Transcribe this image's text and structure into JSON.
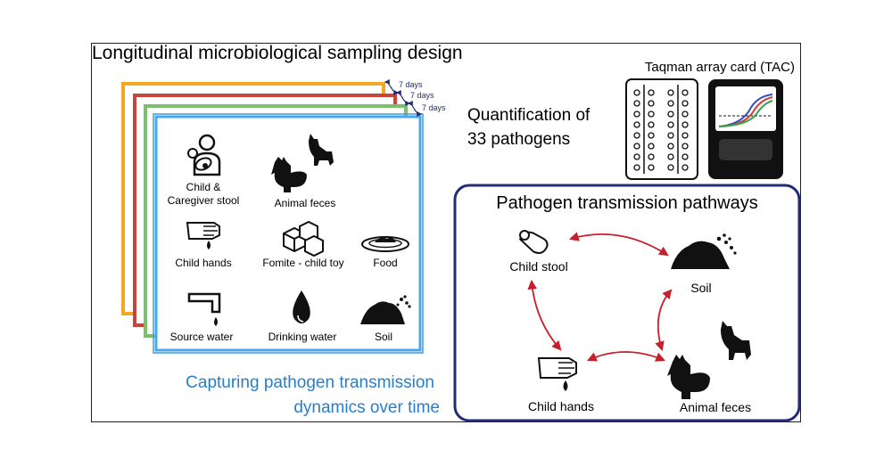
{
  "title": "Longitudinal microbiological sampling design",
  "interval_labels": [
    "7 days",
    "7 days",
    "7 days"
  ],
  "colors": {
    "frame_orange": "#f5a623",
    "frame_red": "#c8453b",
    "frame_green": "#7cc06a",
    "frame_blue": "#3d9be0",
    "front_panel": "#4aa8e8",
    "caption_blue": "#2a7ec9",
    "pathway_border": "#232c7a",
    "arrow_red": "#c8202a"
  },
  "sample_types": [
    {
      "line1": "Child &",
      "line2": "Caregiver stool",
      "icon": "caregiver-child-icon"
    },
    {
      "line1": "Animal feces",
      "icon": "rooster-dog-icon"
    },
    {
      "line1": "Child hands",
      "icon": "hand-icon"
    },
    {
      "line1": "Fomite - child toy",
      "icon": "toy-blocks-icon"
    },
    {
      "line1": "Food",
      "icon": "food-plate-icon"
    },
    {
      "line1": "Source water",
      "icon": "faucet-icon"
    },
    {
      "line1": "Drinking water",
      "icon": "water-drop-icon"
    },
    {
      "line1": "Soil",
      "icon": "soil-pile-icon"
    }
  ],
  "caption": {
    "line1": "Capturing pathogen transmission",
    "line2": "dynamics over time"
  },
  "tac": {
    "title": "Taqman array card (TAC)",
    "quant_line1": "Quantification of",
    "quant_line2": "33 pathogens"
  },
  "pathways": {
    "title": "Pathogen transmission pathways",
    "nodes": {
      "child_stool": "Child stool",
      "soil": "Soil",
      "child_hands": "Child hands",
      "animal_feces": "Animal feces"
    }
  }
}
